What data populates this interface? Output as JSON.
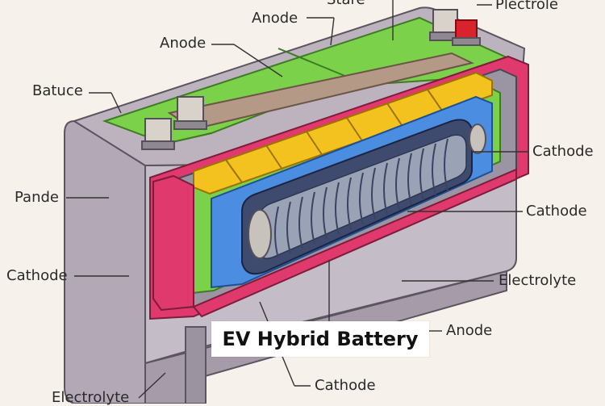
{
  "title": "EV Hybrid Battery",
  "labels": {
    "top_partial": "Stare",
    "top_right": "Plectrole",
    "anode_top": "Anode",
    "anode_upper": "Anode",
    "batuce": "Batuce",
    "pande": "Pande",
    "cathode_left": "Cathode",
    "electrolyte_bottom_left": "Electrolyte",
    "cathode_right_upper": "Cathode",
    "cathode_right_lower": "Cathode",
    "electrolyte_right": "Electrolyte",
    "anode_lower_right": "Anode",
    "cathode_bottom": "Cathode"
  },
  "colors": {
    "background": "#f7f1ec",
    "casing": "#b9b0bc",
    "anode_green": "#7cd14a",
    "cell_yellow": "#f4c21f",
    "separator_blue": "#4b8de0",
    "electrolyte_pink": "#e0396d",
    "coil": "#9aa3b5",
    "terminal_red": "#d8232d"
  }
}
